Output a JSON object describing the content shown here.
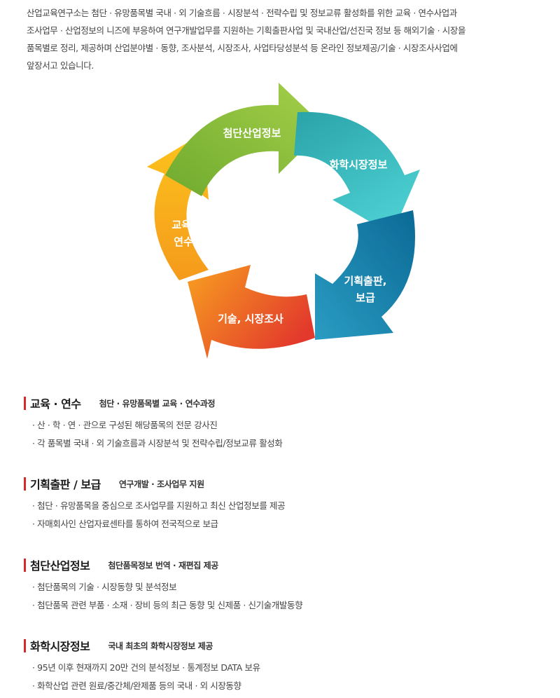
{
  "intro": "산업교육연구소는 첨단 · 유망품목별 국내 · 외 기술흐름 · 시장분석 · 전략수립 및 정보교류 활성화를 위한 교육 · 연수사업과\n조사업무 · 산업정보의 니즈에 부응하여 연구개발업무를 지원하는 기획출판사업 및 국내산업/선진국 정보 등 해외기술 · 시장을\n품목별로 정리, 제공하며 산업분야별 · 동향, 조사분석, 시장조사, 사업타당성분석 등 온라인 정보제공/기술 · 시장조사사업에\n앞장서고 있습니다.",
  "cycle": {
    "segments": [
      {
        "label": "첨단산업정보",
        "color_from": "#8cc63e",
        "color_to": "#6faa2e"
      },
      {
        "label": "화학시장정보",
        "color_from": "#46c7cb",
        "color_to": "#1fa7ad"
      },
      {
        "label_line1": "기획출판,",
        "label_line2": "보급",
        "color_from": "#1c8fb5",
        "color_to": "#0a6592"
      },
      {
        "label": "기술, 시장조사",
        "color_from": "#f58b22",
        "color_to": "#e0382b"
      },
      {
        "label_line1": "교육,",
        "label_line2": "연수",
        "color_from": "#fbc21d",
        "color_to": "#f7a21b"
      }
    ]
  },
  "sections": [
    {
      "title": "교육 · 연수",
      "subtitle": "첨단 · 유망품목별 교육 · 연수과정",
      "items": [
        "· 산 · 학 · 연 · 관으로 구성된 해당품목의 전문 강사진",
        "· 각 품목별 국내 · 외 기술흐름과 시장분석 및 전략수립/정보교류 활성화"
      ]
    },
    {
      "title": "기획출판 / 보급",
      "subtitle": "연구개발 · 조사업무 지원",
      "items": [
        "· 첨단 · 유망품목을 중심으로 조사업무를 지원하고 최신 산업정보를 제공",
        "· 자매회사인 산업자료센타를 통하여 전국적으로 보급"
      ]
    },
    {
      "title": "첨단산업정보",
      "subtitle": "첨단품목정보 번역 · 재편집 제공",
      "items": [
        "· 첨단품목의 기술 · 시장동향 및 분석정보",
        "· 첨단품목 관련 부품 · 소재 · 장비 등의 최근 동향 및 신제품 · 신기술개발동향"
      ]
    },
    {
      "title": "화학시장정보",
      "subtitle": "국내 최초의 화학시장정보 제공",
      "items": [
        "· 95년 이후 현재까지 20만 건의 분석정보 · 통계정보 DATA 보유",
        "· 화학산업 관련 원료/중간체/완제품 등의 국내 · 외 시장동향"
      ]
    }
  ]
}
